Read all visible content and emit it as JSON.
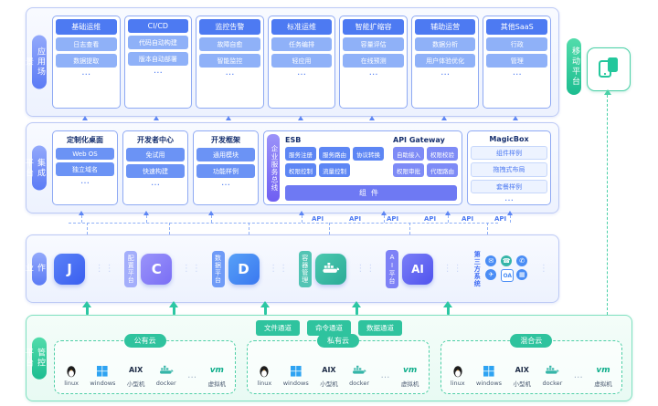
{
  "layers": {
    "app": {
      "tab": "应用场景",
      "cards": [
        {
          "title": "基础运维",
          "items": [
            "日志查看",
            "数据提取"
          ],
          "more": "…"
        },
        {
          "title": "CI/CD",
          "items": [
            "代码自动构建",
            "版本自动部署"
          ],
          "more": "…"
        },
        {
          "title": "监控告警",
          "items": [
            "故障自愈",
            "智能监控"
          ],
          "more": "…"
        },
        {
          "title": "标准运维",
          "items": [
            "任务编排",
            "轻应用"
          ],
          "more": "…"
        },
        {
          "title": "智能扩缩容",
          "items": [
            "容量评估",
            "在线预测"
          ],
          "more": "…"
        },
        {
          "title": "辅助运营",
          "items": [
            "数据分析",
            "用户体验优化"
          ],
          "more": "…"
        },
        {
          "title": "其他SaaS",
          "items": [
            "行政",
            "管理"
          ],
          "more": "…"
        }
      ]
    },
    "mobile": {
      "tab": "移动平台"
    },
    "integration": {
      "tab": "集成平台",
      "cards": [
        {
          "title": "定制化桌面",
          "items": [
            "Web OS",
            "独立域名"
          ],
          "more": "…"
        },
        {
          "title": "开发者中心",
          "items": [
            "免试用",
            "快速构建"
          ],
          "more": "…"
        },
        {
          "title": "开发框架",
          "items": [
            "通用模块",
            "功能样例"
          ],
          "more": "…"
        }
      ],
      "bus": {
        "tab": "企业服务总线",
        "esb": {
          "title": "ESB",
          "row1": [
            "服务注册",
            "服务路由",
            "协议转换"
          ],
          "row2": [
            "权限控制",
            "流量控制"
          ]
        },
        "gateway": {
          "title": "API Gateway",
          "row1": [
            "自助接入",
            "权限校验"
          ],
          "row2": [
            "权限审批",
            "代理路由"
          ]
        },
        "component_bar": "组件"
      },
      "magicbox": {
        "title": "MagicBox",
        "items": [
          "组件样例",
          "拖拽式布局",
          "套餐样例"
        ],
        "more": "…"
      }
    },
    "platform": {
      "tab": "作业平台",
      "api_label": "API",
      "separator": "⋮⋮",
      "edge_dots": "⋮",
      "icons": {
        "job": "J",
        "config": "C",
        "data": "D",
        "ai": "AI"
      },
      "platforms": [
        {
          "label": "配置平台"
        },
        {
          "label": "数据平台"
        },
        {
          "label": "容器管理"
        },
        {
          "label": "AI平台"
        },
        {
          "label": "第三方系统"
        }
      ],
      "third_party_icons": [
        {
          "name": "mail",
          "glyph": "✉"
        },
        {
          "name": "phone",
          "glyph": "☎"
        },
        {
          "name": "call",
          "glyph": "✆"
        },
        {
          "name": "send",
          "glyph": "✈"
        },
        {
          "name": "oa",
          "glyph": "OA"
        },
        {
          "name": "apps",
          "glyph": "▦"
        }
      ]
    },
    "control": {
      "tab": "管控平台",
      "channels": [
        "文件通道",
        "命令通道",
        "数据通道"
      ],
      "clouds": [
        {
          "name": "公有云"
        },
        {
          "name": "私有云"
        },
        {
          "name": "混合云"
        }
      ],
      "os_items": [
        {
          "label": "linux"
        },
        {
          "label": "windows"
        },
        {
          "big": "AIX",
          "label": "小型机"
        },
        {
          "label": "docker"
        },
        {
          "label": "…"
        },
        {
          "big": "vm",
          "label": "虚拟机"
        }
      ]
    }
  },
  "colors": {
    "accent_blue": "#4d7af2",
    "accent_purple": "#6f5ff2",
    "accent_green": "#2fc39e",
    "teal_arrow": "#2cc7a3"
  }
}
